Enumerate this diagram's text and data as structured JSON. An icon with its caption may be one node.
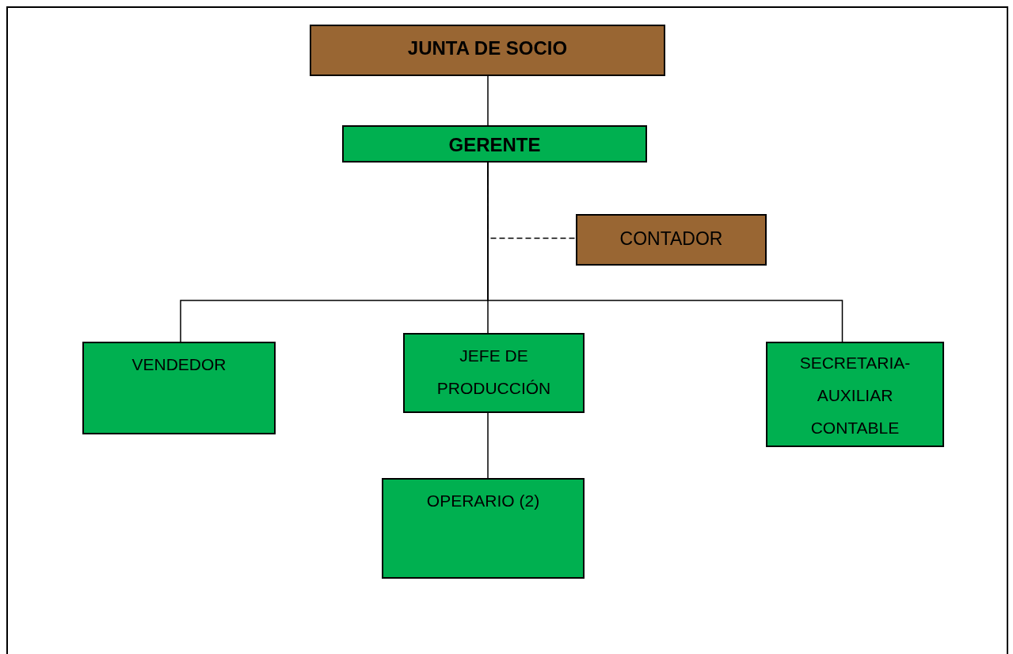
{
  "diagram": {
    "nodes": [
      {
        "text": [
          "JUNTA DE SOCIO"
        ]
      },
      {
        "text": [
          "GERENTE"
        ]
      },
      {
        "text": [
          "CONTADOR"
        ]
      },
      {
        "text": [
          "VENDEDOR"
        ]
      },
      {
        "text": [
          "JEFE DE PRODUCCIÓN"
        ]
      },
      {
        "text": [
          "SECRETARIA- AUXILIAR CONTABLE"
        ]
      },
      {
        "text": [
          "OPERARIO (2)"
        ]
      }
    ],
    "edges": [
      {
        "from": 0,
        "to": 1,
        "arrow": "none"
      },
      {
        "from": 1,
        "to": 2,
        "arrow": "none",
        "style": "dashed"
      },
      {
        "from": 1,
        "to": 3,
        "arrow": "none"
      },
      {
        "from": 1,
        "to": 4,
        "arrow": "none"
      },
      {
        "from": 1,
        "to": 5,
        "arrow": "none"
      },
      {
        "from": 4,
        "to": 6,
        "arrow": "none"
      }
    ]
  }
}
